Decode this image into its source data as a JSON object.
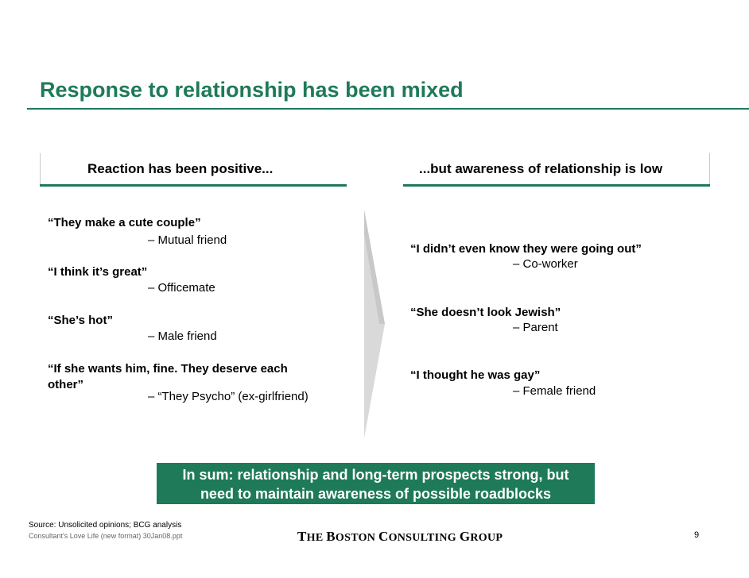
{
  "title": "Response to relationship has been mixed",
  "left_column": {
    "heading": "Reaction has been positive...",
    "quotes": [
      {
        "quote": "“They make a cute couple”",
        "attribution": "– Mutual friend"
      },
      {
        "quote": "“I think it’s great”",
        "attribution": "– Officemate"
      },
      {
        "quote": "“She’s hot”",
        "attribution": "– Male friend"
      },
      {
        "quote_line1": "“If she wants him, fine. They deserve each",
        "quote_line2": "other”",
        "attribution": "– “They Psycho” (ex-girlfriend)"
      }
    ]
  },
  "right_column": {
    "heading": "...but awareness of relationship is low",
    "quotes": [
      {
        "quote": "“I didn’t even know they were going out”",
        "attribution": "– Co-worker"
      },
      {
        "quote": "“She doesn’t look Jewish”",
        "attribution": "– Parent"
      },
      {
        "quote": "“I thought he was gay”",
        "attribution": "– Female friend"
      }
    ]
  },
  "summary": {
    "line1": "In sum: relationship and long-term prospects strong, but",
    "line2": "need to maintain awareness of possible roadblocks"
  },
  "footer": {
    "source": "Source: Unsolicited opinions; BCG analysis",
    "filename": "Consultant's Love Life (new format) 30Jan08.ppt",
    "logo_t": "T",
    "logo_he": "HE ",
    "logo_b": "B",
    "logo_oston": "OSTON ",
    "logo_c": "C",
    "logo_onsulting": "ONSULTING ",
    "logo_g": "G",
    "logo_roup": "ROUP",
    "page_number": "9"
  },
  "colors": {
    "accent": "#1e7a58",
    "arrow": "#d9d9d9"
  },
  "icons": {
    "arrow": "chevron-right-arrow"
  }
}
